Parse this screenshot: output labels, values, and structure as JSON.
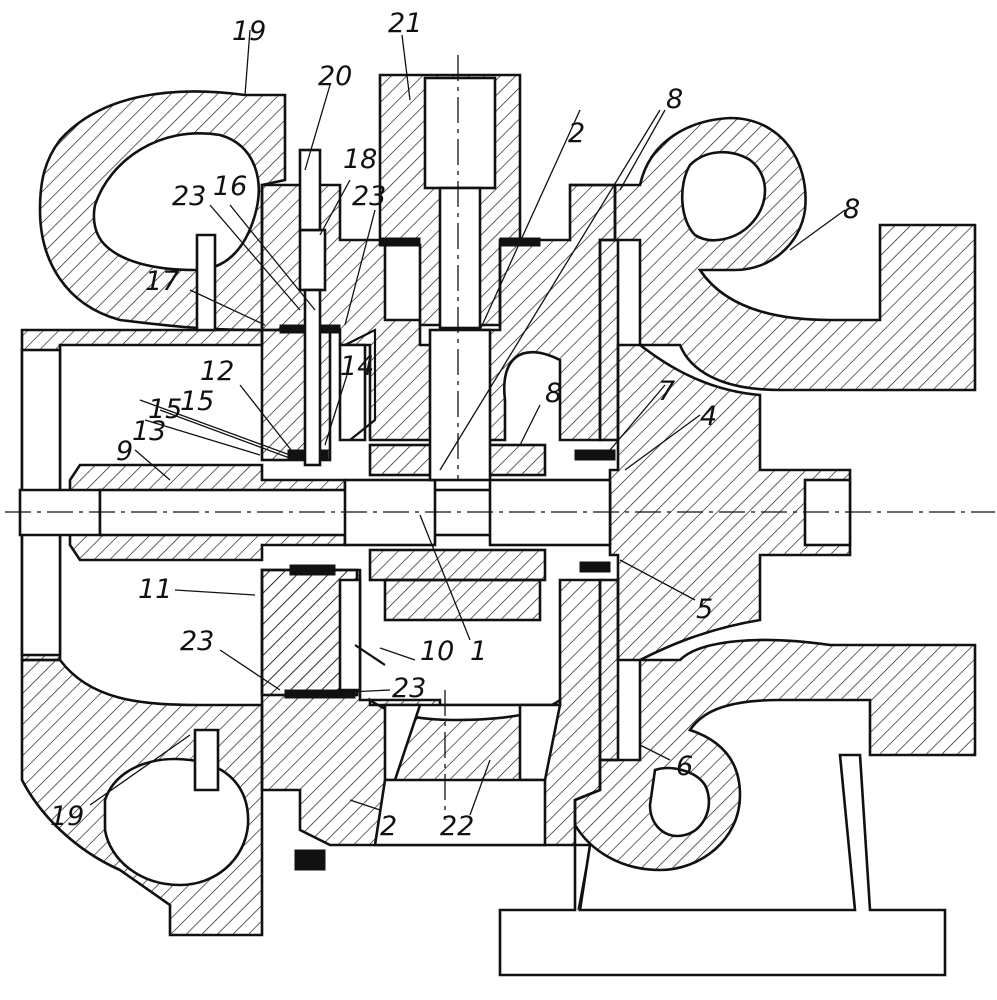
{
  "labels": {
    "l1": "1",
    "l2a": "2",
    "l2b": "2",
    "l4": "4",
    "l5": "5",
    "l6": "6",
    "l7": "7",
    "l8a": "8",
    "l8b": "8",
    "l8c": "8",
    "l9": "9",
    "l10": "10",
    "l11": "11",
    "l12": "12",
    "l13": "13",
    "l14": "14",
    "l15a": "15",
    "l15b": "15",
    "l16": "16",
    "l17": "17",
    "l18": "18",
    "l19a": "19",
    "l19b": "19",
    "l20": "20",
    "l21": "21",
    "l22": "22",
    "l23a": "23",
    "l23b": "23",
    "l23c": "23",
    "l23d": "23"
  }
}
